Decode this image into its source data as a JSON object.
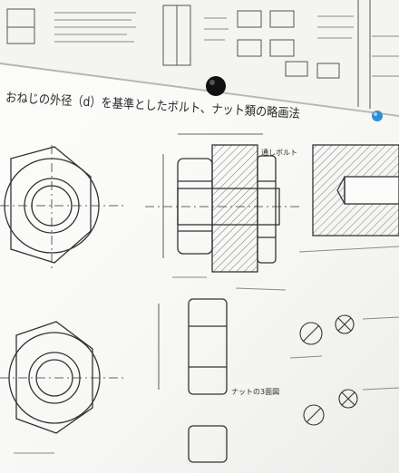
{
  "photo": {
    "poster_title": "おねじの外径（d）を基準としたボルト、ナット類の略画法",
    "labels": {
      "bolt_note": "通しボルト",
      "nut_note": "ナットの3面図"
    }
  },
  "colors": {
    "wall": "#ececea",
    "paper": "#fbfbf9",
    "ink": "#3a3a3a",
    "pin_black": "#111111",
    "pin_blue": "#2f8fd0"
  }
}
